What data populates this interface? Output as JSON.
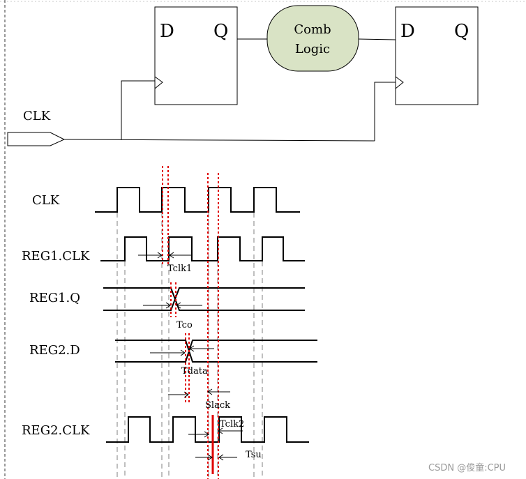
{
  "schematic": {
    "reg1": {
      "d_label": "D",
      "q_label": "Q"
    },
    "reg2": {
      "d_label": "D",
      "q_label": "Q"
    },
    "comb_logic": {
      "line1": "Comb",
      "line2": "Logic",
      "fill": "#d9e3c5"
    },
    "clk_port_label": "CLK"
  },
  "waveforms": {
    "signals": [
      {
        "label": "CLK"
      },
      {
        "label": "REG1.CLK"
      },
      {
        "label": "REG1.Q"
      },
      {
        "label": "REG2.D"
      },
      {
        "label": "REG2.CLK"
      }
    ],
    "annotations": {
      "tclk1": "Tclk1",
      "tco": "Tco",
      "tdata": "Tdata",
      "slack": "Slack",
      "tclk2": "Tclk2",
      "tsu": "Tsu"
    },
    "marker_color": "#e00000",
    "guide_color": "#bfbfbf"
  },
  "watermark": "CSDN @俊童:CPU"
}
